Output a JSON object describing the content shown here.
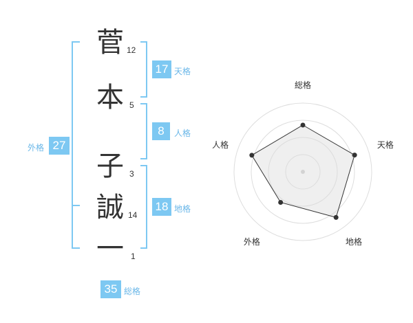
{
  "name": {
    "chars": [
      {
        "char": "菅",
        "strokes": "12"
      },
      {
        "char": "本",
        "strokes": "5"
      },
      {
        "char": "子",
        "strokes": "3"
      },
      {
        "char": "誠",
        "strokes": "14"
      },
      {
        "char": "一",
        "strokes": "1"
      }
    ]
  },
  "kaku": {
    "tenkaku": {
      "value": "17",
      "label": "天格"
    },
    "jinkaku": {
      "value": "8",
      "label": "人格"
    },
    "chikaku": {
      "value": "18",
      "label": "地格"
    },
    "gaikaku": {
      "value": "27",
      "label": "外格"
    },
    "soukaku": {
      "value": "35",
      "label": "総格"
    }
  },
  "colors": {
    "accent": "#7dc8f2",
    "text": "#333333"
  },
  "chart_data": {
    "type": "radar",
    "axes": [
      "総格",
      "天格",
      "地格",
      "外格",
      "人格"
    ],
    "values": [
      0.68,
      0.79,
      0.82,
      0.55,
      0.78
    ],
    "max": 1,
    "rings": 4,
    "grid": true
  }
}
